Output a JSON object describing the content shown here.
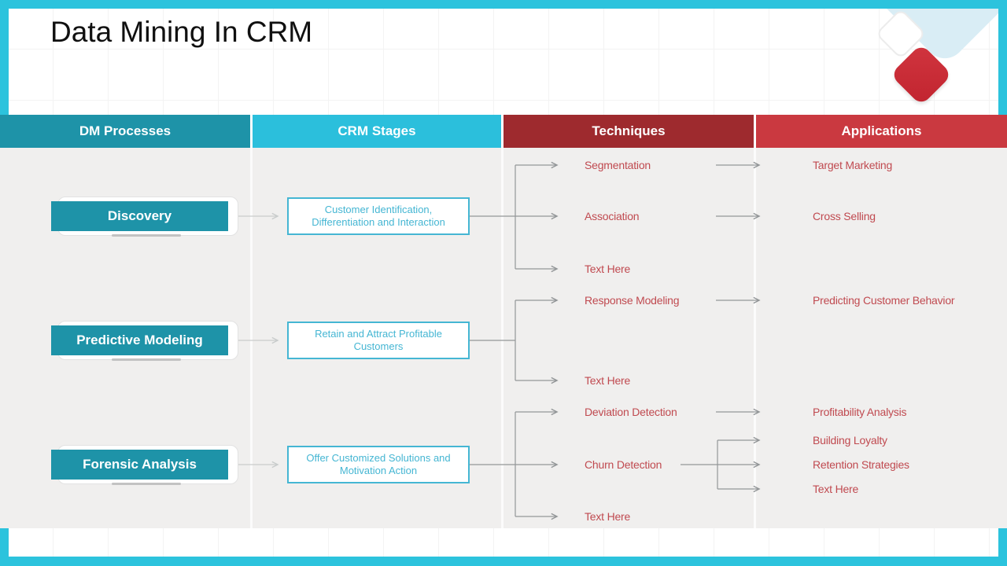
{
  "slide": {
    "title": "Data Mining In CRM"
  },
  "colors": {
    "slide_border": "#2cc3dd",
    "header_dm": "#1e93a8",
    "header_crm": "#2bbfdc",
    "header_tech": "#9e2a2e",
    "header_app": "#ca3940",
    "process_button": "#1e93a8",
    "stage_box_accent": "#45b6d3",
    "label_red": "#c04a50",
    "arrow_gray": "#939698",
    "decor_red": "#cb2d37",
    "decor_blue": "#d9edf5"
  },
  "table": {
    "headers": [
      {
        "label": "DM Processes"
      },
      {
        "label": "CRM Stages"
      },
      {
        "label": "Techniques"
      },
      {
        "label": "Applications"
      }
    ],
    "rows": [
      {
        "process": "Discovery",
        "stage": "Customer Identification, Differentiation and Interaction",
        "techniques": [
          "Segmentation",
          "Association",
          "Text Here"
        ],
        "applications": [
          "Target Marketing",
          "Cross Selling"
        ]
      },
      {
        "process": "Predictive Modeling",
        "stage": "Retain and Attract Profitable Customers",
        "techniques": [
          "Response Modeling",
          "Text Here"
        ],
        "applications": [
          "Predicting Customer Behavior"
        ]
      },
      {
        "process": "Forensic Analysis",
        "stage": "Offer Customized Solutions and Motivation Action",
        "techniques": [
          "Deviation Detection",
          "Churn Detection",
          "Text Here"
        ],
        "applications": [
          "Profitability Analysis",
          "Building Loyalty",
          "Retention Strategies",
          "Text Here"
        ]
      }
    ]
  }
}
